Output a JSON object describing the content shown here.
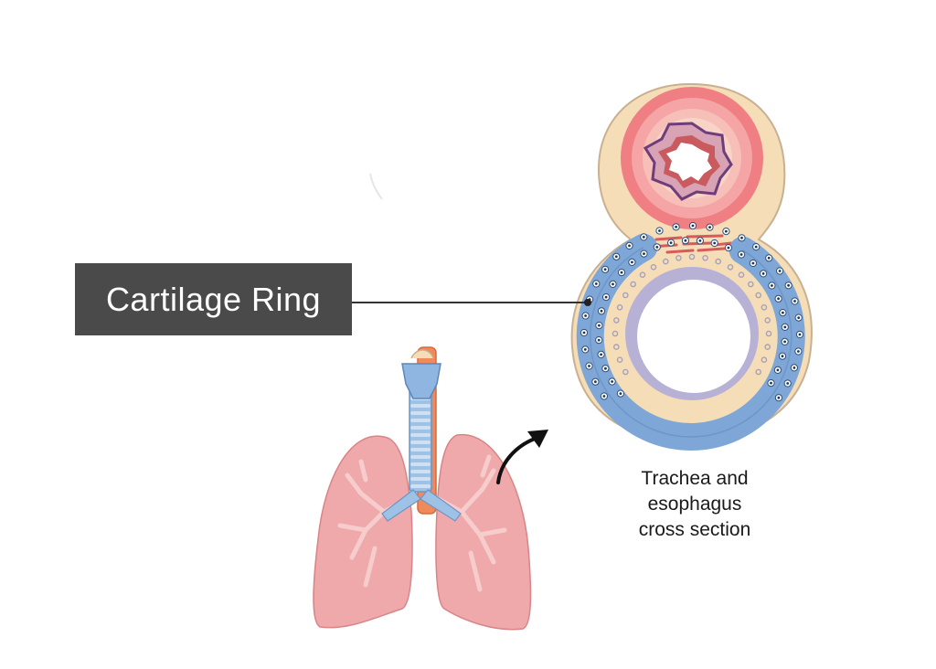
{
  "label": {
    "text": "Cartilage Ring"
  },
  "caption": {
    "lines": [
      "Trachea and",
      "esophagus",
      "cross section"
    ]
  },
  "colors": {
    "label_bg": "#4a4a4a",
    "tissue": "#f5ddb8",
    "cartilage": "#7ea6d6",
    "esophagus_muscle": "#f08a8c",
    "lung": "#f0a9ab",
    "trachea": "#9ec1e6",
    "esophagus_tube": "#f08a5a"
  }
}
